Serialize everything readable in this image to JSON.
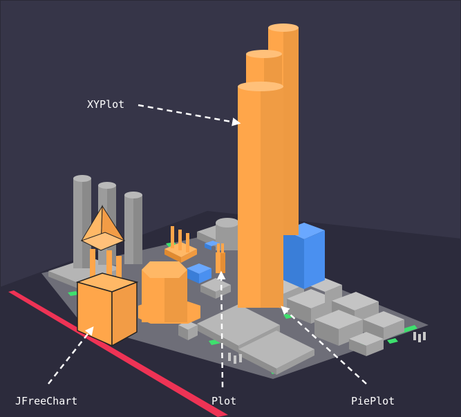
{
  "labels": {
    "xyplot": "XYPlot",
    "jfreechart": "JFreeChart",
    "plot": "Plot",
    "pieplot": "PiePlot"
  },
  "colors": {
    "background": "#363548",
    "ground": "#2c2b3c",
    "class_orange": "#ffa64a",
    "class_gray": "#a9a9a9",
    "class_blue": "#4a90f0",
    "street_green": "#3ee06e",
    "street_red": "#ee3355",
    "label_white": "#ffffff"
  }
}
